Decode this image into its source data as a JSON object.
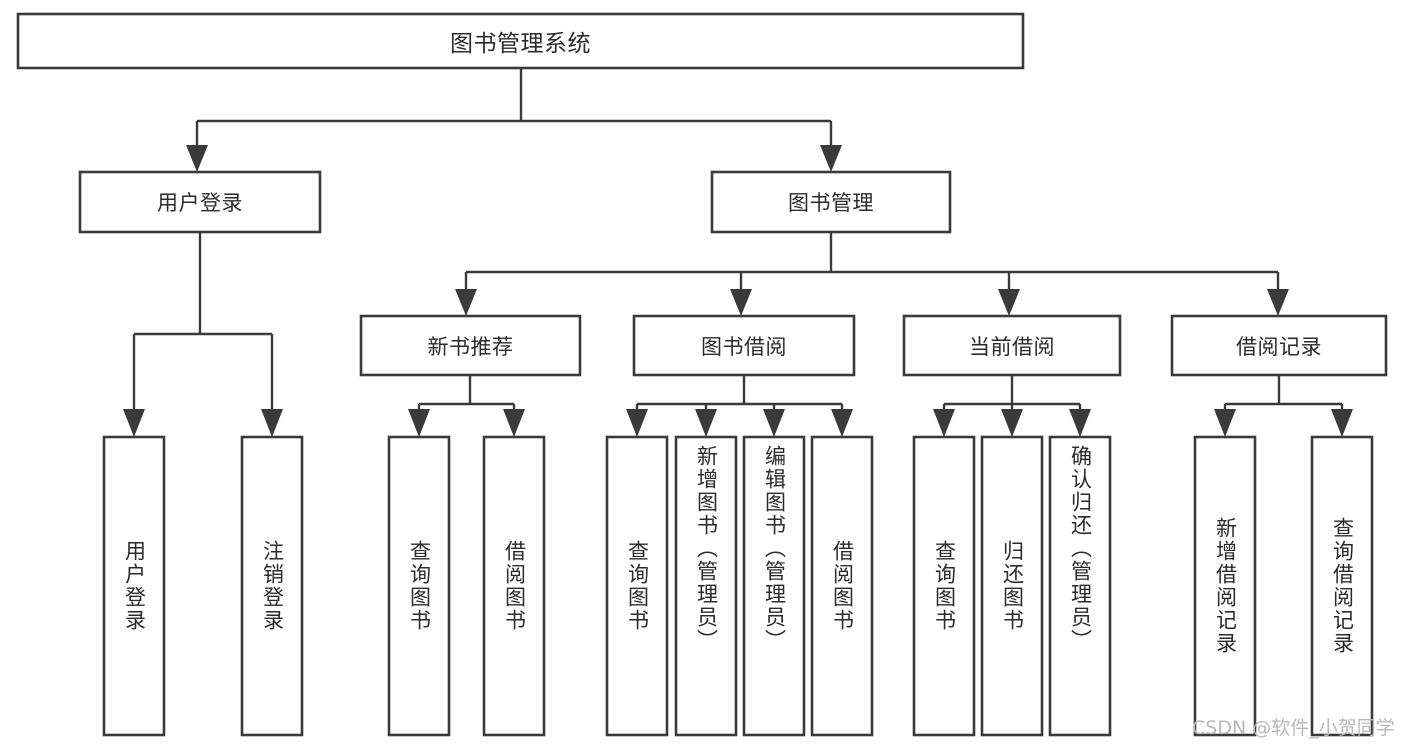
{
  "diagram": {
    "type": "tree-hierarchy",
    "title": "图书管理系统",
    "orientation": "top-down",
    "colors": {
      "stroke": "#3a3a3a",
      "fill": "#ffffff",
      "text": "#2b2b2b",
      "background": "#ffffff",
      "watermark": "#b9b9b9"
    },
    "levels": [
      {
        "level": 1,
        "nodes": [
          {
            "id": "root",
            "label": "图书管理系统",
            "orientation": "horizontal"
          }
        ]
      },
      {
        "level": 2,
        "nodes": [
          {
            "id": "user-login",
            "label": "用户登录",
            "orientation": "horizontal",
            "parent": "root"
          },
          {
            "id": "book-manage",
            "label": "图书管理",
            "orientation": "horizontal",
            "parent": "root"
          }
        ]
      },
      {
        "level": 3,
        "nodes": [
          {
            "id": "new-book-rec",
            "label": "新书推荐",
            "orientation": "horizontal",
            "parent": "book-manage"
          },
          {
            "id": "book-borrow",
            "label": "图书借阅",
            "orientation": "horizontal",
            "parent": "book-manage"
          },
          {
            "id": "current-borrow",
            "label": "当前借阅",
            "orientation": "horizontal",
            "parent": "book-manage"
          },
          {
            "id": "borrow-record",
            "label": "借阅记录",
            "orientation": "horizontal",
            "parent": "book-manage"
          }
        ]
      },
      {
        "level": 4,
        "nodes": [
          {
            "id": "leaf-user-login",
            "label": "用户登录",
            "orientation": "vertical",
            "parent": "user-login"
          },
          {
            "id": "leaf-logout",
            "label": "注销登录",
            "orientation": "vertical",
            "parent": "user-login"
          },
          {
            "id": "leaf-query-book-1",
            "label": "查询图书",
            "orientation": "vertical",
            "parent": "new-book-rec"
          },
          {
            "id": "leaf-borrow-book-1",
            "label": "借阅图书",
            "orientation": "vertical",
            "parent": "new-book-rec"
          },
          {
            "id": "leaf-query-book-2",
            "label": "查询图书",
            "orientation": "vertical",
            "parent": "book-borrow"
          },
          {
            "id": "leaf-add-book",
            "label": "新增图书（管理员）",
            "orientation": "vertical",
            "parent": "book-borrow"
          },
          {
            "id": "leaf-edit-book",
            "label": "编辑图书（管理员）",
            "orientation": "vertical",
            "parent": "book-borrow"
          },
          {
            "id": "leaf-borrow-book-2",
            "label": "借阅图书",
            "orientation": "vertical",
            "parent": "book-borrow"
          },
          {
            "id": "leaf-query-book-3",
            "label": "查询图书",
            "orientation": "vertical",
            "parent": "current-borrow"
          },
          {
            "id": "leaf-return-book",
            "label": "归还图书",
            "orientation": "vertical",
            "parent": "current-borrow"
          },
          {
            "id": "leaf-confirm-return",
            "label": "确认归还（管理员）",
            "orientation": "vertical",
            "parent": "current-borrow"
          },
          {
            "id": "leaf-add-record",
            "label": "新增借阅记录",
            "orientation": "vertical",
            "parent": "borrow-record"
          },
          {
            "id": "leaf-query-record",
            "label": "查询借阅记录",
            "orientation": "vertical",
            "parent": "borrow-record"
          }
        ]
      }
    ],
    "watermark": "CSDN @软件_小贺同学"
  }
}
